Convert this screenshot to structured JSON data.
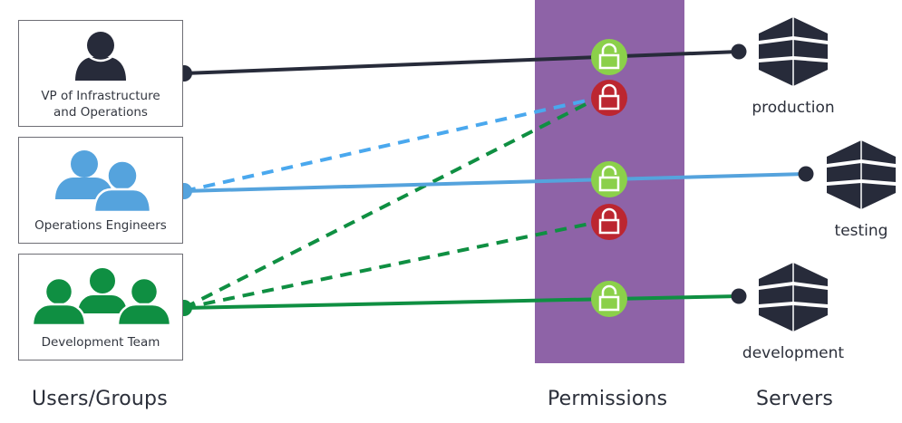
{
  "columns": {
    "users": "Users/Groups",
    "permissions": "Permissions",
    "servers": "Servers"
  },
  "groups": [
    {
      "name": "VP of Infrastructure and Operations",
      "line1": "VP of Infrastructure",
      "line2": "and Operations",
      "icon": "single-user-icon",
      "color": "#272b3a"
    },
    {
      "name": "Operations Engineers",
      "line1": "Operations Engineers",
      "icon": "two-users-icon",
      "color": "#55a3dd"
    },
    {
      "name": "Development Team",
      "line1": "Development Team",
      "icon": "three-users-icon",
      "color": "#0f8f42"
    }
  ],
  "servers": [
    {
      "name": "production",
      "icon": "server-icon"
    },
    {
      "name": "testing",
      "icon": "server-icon"
    },
    {
      "name": "development",
      "icon": "server-icon"
    }
  ],
  "permissions": [
    {
      "from": "VP of Infrastructure and Operations",
      "to": "production",
      "status": "unlocked",
      "style": "solid"
    },
    {
      "from": "Operations Engineers",
      "to": "production",
      "status": "locked",
      "style": "dashed"
    },
    {
      "from": "Development Team",
      "to": "production",
      "status": "locked",
      "style": "dashed"
    },
    {
      "from": "Operations Engineers",
      "to": "testing",
      "status": "unlocked",
      "style": "solid"
    },
    {
      "from": "Development Team",
      "to": "testing",
      "status": "locked",
      "style": "dashed"
    },
    {
      "from": "Development Team",
      "to": "development",
      "status": "unlocked",
      "style": "solid"
    }
  ],
  "colors": {
    "permissions_band": "#8e63a7",
    "unlocked": "#8bd04a",
    "locked": "#bc2630",
    "dark": "#272b3a",
    "ops_blue": "#55a3dd",
    "dev_green": "#0f8f42"
  }
}
